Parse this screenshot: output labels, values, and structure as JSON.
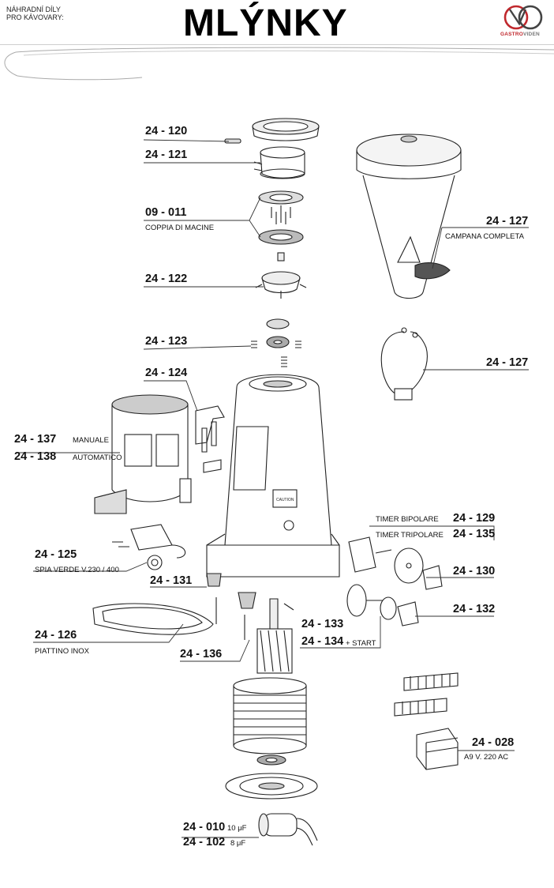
{
  "header": {
    "subtitle_line1": "NÁHRADNÍ DÍLY",
    "subtitle_line2": "PRO KÁVOVARY:",
    "title": "MLÝNKY",
    "logo_text_red": "GASTRO",
    "logo_text_grey": "VIDEN"
  },
  "parts": {
    "p24120": "24 - 120",
    "p24121": "24 - 121",
    "p09011": "09 - 011",
    "p09011_desc": "COPPIA DI MACINE",
    "p24122": "24 - 122",
    "p24123": "24 - 123",
    "p24124": "24 - 124",
    "p24137": "24 - 137",
    "p24137_desc": "MANUALE",
    "p24138": "24 - 138",
    "p24138_desc": "AUTOMATICO",
    "p24127a": "24 - 127",
    "p24127a_desc": "CAMPANA COMPLETA",
    "p24127b": "24 - 127",
    "p24129_desc": "TIMER BIPOLARE",
    "p24129": "24 - 129",
    "p24135_desc": "TIMER TRIPOLARE",
    "p24135": "24 - 135",
    "p24130": "24 - 130",
    "p24132": "24 - 132",
    "p24125": "24 - 125",
    "p24125_desc": "SPIA VERDE V.230 / 400",
    "p24131": "24 - 131",
    "p24126": "24 - 126",
    "p24126_desc": "PIATTINO INOX",
    "p24133": "24 - 133",
    "p24134": "24 - 134",
    "p24134_desc": "+ START",
    "p24136": "24 - 136",
    "p24028": "24 - 028",
    "p24028_desc": "A9  V. 220  AC",
    "p24010": "24 - 010",
    "p24010_desc": "10  μF",
    "p24102": "24 - 102",
    "p24102_desc": "8  μF"
  },
  "machine_label": "CAUTION",
  "colors": {
    "line": "#222222",
    "leader": "#333333",
    "accent_red": "#c0282d",
    "handle_grey": "#555555"
  }
}
